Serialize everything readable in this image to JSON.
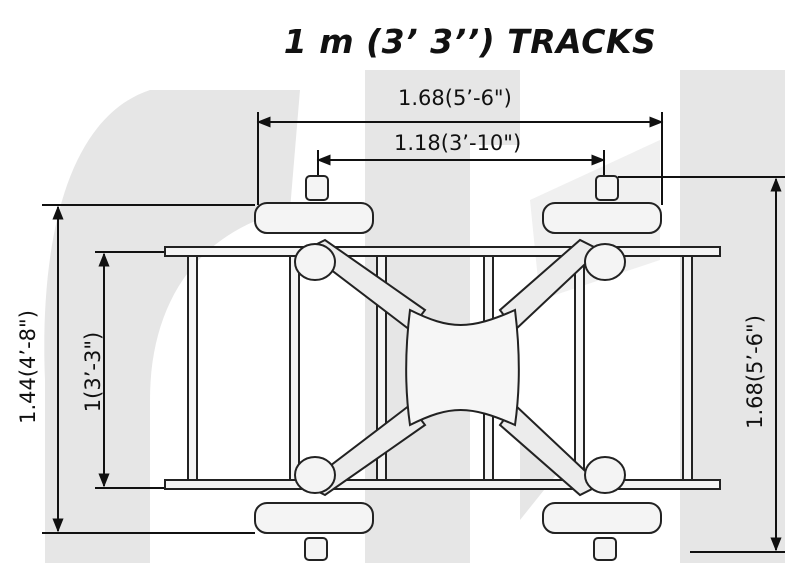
{
  "title": "1 m (3’ 3’’) TRACKS",
  "dimensions": {
    "outer_width": "1.68(5’-6\")",
    "inner_width": "1.18(3’-10\")",
    "outer_length_left": "1.44(4’-8\")",
    "track_length": "1(3’-3\")",
    "outer_length_right": "1.68(5’-6\")"
  },
  "colors": {
    "line": "#111111",
    "watermark": "#e6e6e6",
    "part_fill": "#f4f4f4",
    "part_stroke": "#222222"
  }
}
